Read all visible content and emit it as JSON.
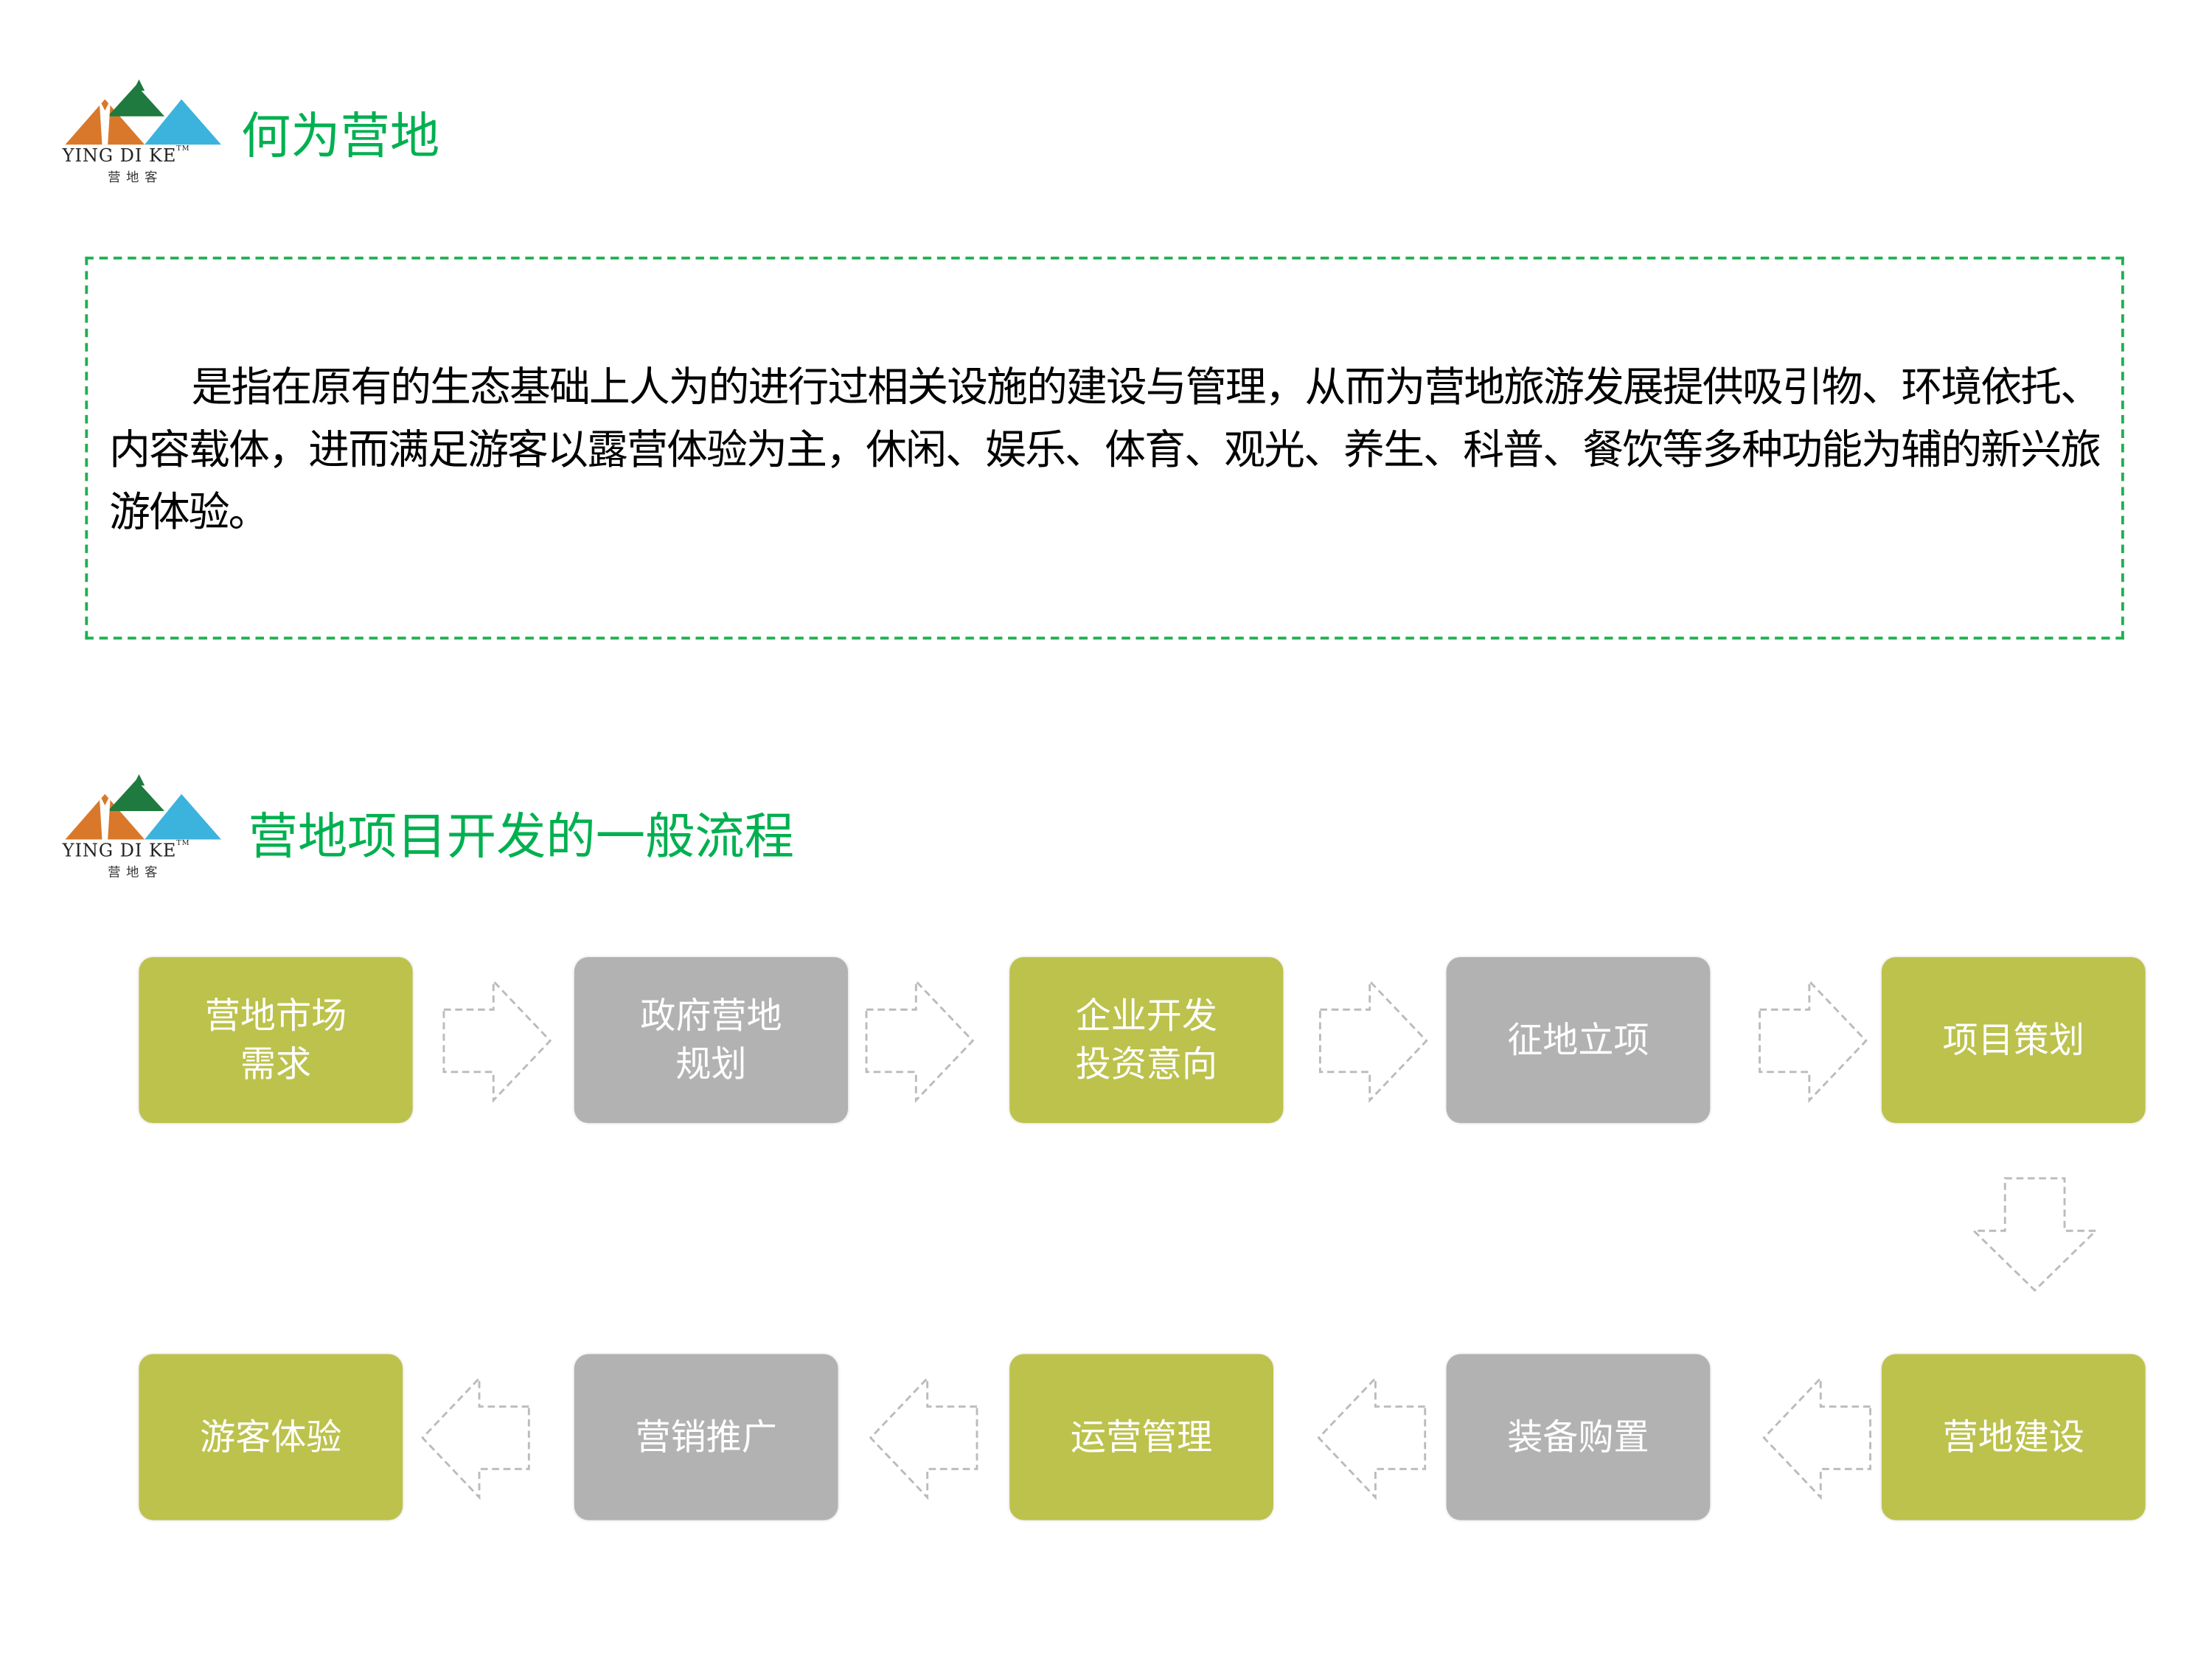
{
  "logo": {
    "en": "YING DI KE",
    "tm": "TM",
    "cn": "营地客"
  },
  "section1": {
    "title": "何为营地",
    "definition": "是指在原有的生态基础上人为的进行过相关设施的建设与管理，从而为营地旅游发展提供吸引物、环境依托、内容载体，进而满足游客以露营体验为主，休闲、娱乐、体育、观光、养生、科普、餐饮等多种功能为辅的新兴旅游体验。"
  },
  "section2": {
    "title": "营地项目开发的一般流程",
    "steps": [
      {
        "label": "营地市场\n需求",
        "color": "olive"
      },
      {
        "label": "政府营地\n规划",
        "color": "gray"
      },
      {
        "label": "企业开发\n投资意向",
        "color": "olive"
      },
      {
        "label": "征地立项",
        "color": "gray"
      },
      {
        "label": "项目策划",
        "color": "olive"
      },
      {
        "label": "营地建设",
        "color": "olive"
      },
      {
        "label": "装备购置",
        "color": "gray"
      },
      {
        "label": "运营管理",
        "color": "olive"
      },
      {
        "label": "营销推广",
        "color": "gray"
      },
      {
        "label": "游客体验",
        "color": "olive"
      }
    ]
  },
  "colors": {
    "title_green": "#00b050",
    "olive": "#bcc24c",
    "gray": "#b2b2b2",
    "dash_green": "#1fb050"
  }
}
